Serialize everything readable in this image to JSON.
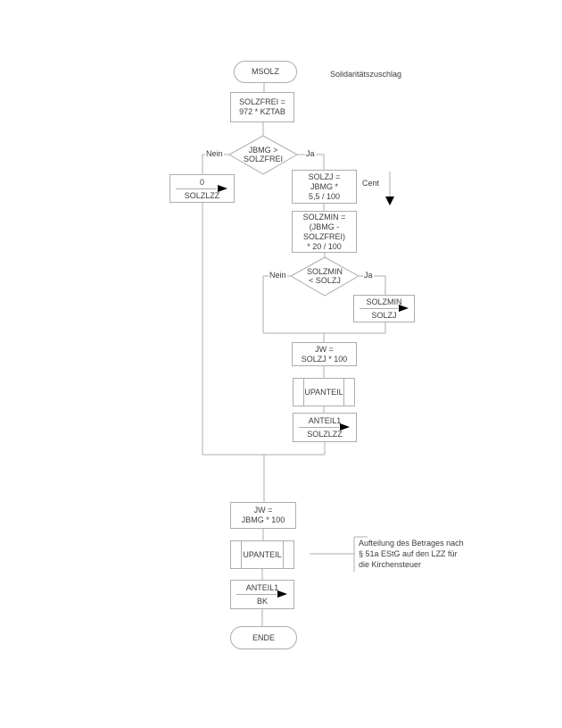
{
  "page": {
    "note": "Solidaritätszuschlag"
  },
  "colors": {
    "line": "#adadad",
    "text": "#3c3c3c",
    "arrow": "#000000",
    "background": "#ffffff"
  },
  "nodes": {
    "start": {
      "label": "MSOLZ"
    },
    "solzfrei": {
      "text": "SOLZFREI =\n972 * KZTAB"
    },
    "decision_jbmg": {
      "text": "JBMG >\nSOLZFREI",
      "no": "Nein",
      "yes": "Ja"
    },
    "assign_zero": {
      "source": "0",
      "target": "SOLZLZZ"
    },
    "solzj": {
      "text": "SOLZJ =\nJBMG *\n5,5 / 100"
    },
    "cent": {
      "label": "Cent"
    },
    "solzmin": {
      "text": "SOLZMIN =\n(JBMG -\nSOLZFREI)\n* 20 / 100"
    },
    "decision_solzmin": {
      "text": "SOLZMIN\n< SOLZJ",
      "no": "Nein",
      "yes": "Ja"
    },
    "assign_solzmin": {
      "source": "SOLZMIN",
      "target": "SOLZJ"
    },
    "jw_solzj": {
      "text": "JW =\nSOLZJ * 100"
    },
    "upanteil_1": {
      "label": "UPANTEIL"
    },
    "assign_anteil1_solzlzz": {
      "source": "ANTEIL1",
      "target": "SOLZLZZ"
    },
    "jw_jbmg": {
      "text": "JW =\nJBMG * 100"
    },
    "upanteil_2": {
      "label": "UPANTEIL"
    },
    "assign_anteil1_bk": {
      "source": "ANTEIL1",
      "target": "BK"
    },
    "end": {
      "label": "ENDE"
    }
  },
  "annotation": {
    "text": "Aufteilung des Betrages nach\n§ 51a EStG auf den LZZ für\ndie Kirchensteuer"
  }
}
